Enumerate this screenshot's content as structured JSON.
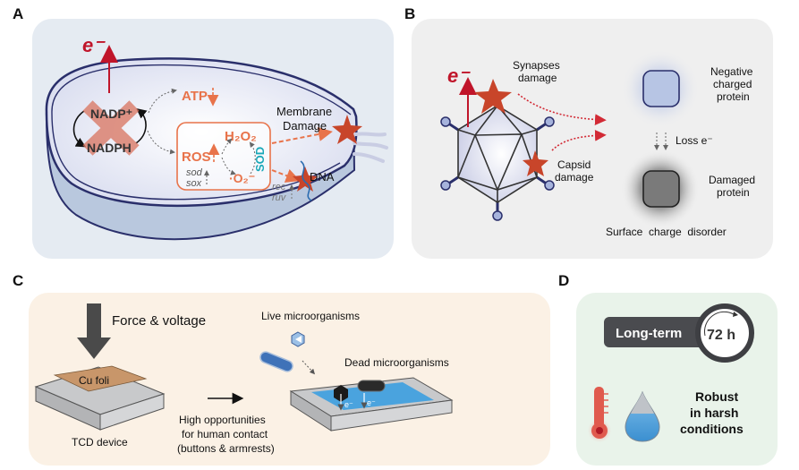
{
  "panels": {
    "A": {
      "letter": "A",
      "electron": "e⁻",
      "nadp_plus": "NADP⁺",
      "nadph": "NADPH",
      "atp": "ATP",
      "ros": "ROS",
      "h2o2": "H₂O₂",
      "superoxide": "·O₂⁻",
      "sod_enzyme": "SOD",
      "sod_gene": "sod",
      "sox_gene": "sox",
      "rec_gene": "rec",
      "ruv_gene": "ruv",
      "membrane_damage_1": "Membrane",
      "membrane_damage_2": "Damage",
      "dna": "DNA",
      "colors": {
        "orange": "#e8734a",
        "red": "#c0152a",
        "teal": "#1aa8b8",
        "membrane": "#2a2f6b",
        "background": "#e6ecf3"
      }
    },
    "B": {
      "letter": "B",
      "electron": "e⁻",
      "synapses_1": "Synapses",
      "synapses_2": "damage",
      "capsid_1": "Capsid",
      "capsid_2": "damage",
      "neg_1": "Negative",
      "neg_2": "charged",
      "neg_3": "protein",
      "loss": "Loss e⁻",
      "dam_1": "Damaged",
      "dam_2": "protein",
      "surface": "Surface  charge  disorder",
      "colors": {
        "star": "#c8452a",
        "background": "#efefef"
      }
    },
    "C": {
      "letter": "C",
      "force": "Force & voltage",
      "cu_foil": "Cu foli",
      "tcd": "TCD device",
      "contact_1": "High opportunities",
      "contact_2": "for human contact",
      "contact_3": "(buttons & armrests)",
      "live": "Live microorganisms",
      "dead": "Dead microorganisms",
      "electron": "e⁻",
      "colors": {
        "background": "#fbf1e5",
        "foil": "#c8966a",
        "device": "#c8c9cb",
        "water": "#4aa3de"
      }
    },
    "D": {
      "letter": "D",
      "long_term": "Long-term",
      "duration": "72 h",
      "robust_1": "Robust",
      "robust_2": "in harsh",
      "robust_3": "conditions",
      "colors": {
        "background": "#e9f3ea",
        "pill": "#4a4b4f",
        "thermo": "#e05a4e",
        "drop": "#4a9fd8"
      }
    }
  }
}
